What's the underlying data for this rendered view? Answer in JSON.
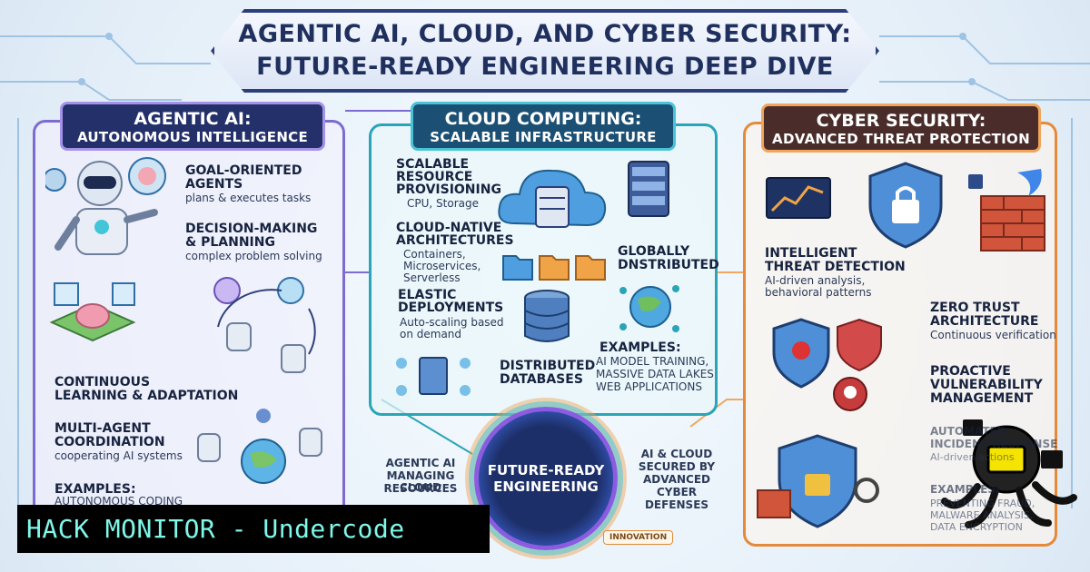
{
  "title": {
    "line1": "AGENTIC AI, CLOUD, AND CYBER SECURITY:",
    "line2": "FUTURE-READY ENGINEERING DEEP DIVE"
  },
  "agentic": {
    "heading1": "AGENTIC AI:",
    "heading2": "AUTONOMOUS INTELLIGENCE",
    "items": [
      {
        "title1": "GOAL-ORIENTED",
        "title2": "AGENTS",
        "sub": "plans & executes tasks"
      },
      {
        "title1": "DECISION-MAKING",
        "title2": "& PLANNING",
        "sub": "complex problem solving"
      },
      {
        "title1": "CONTINUOUS",
        "title2": "LEARNING & ADAPTATION",
        "sub": ""
      },
      {
        "title1": "MULTI-AGENT",
        "title2": "COORDINATION",
        "sub": "cooperating AI systems"
      },
      {
        "title1": "EXAMPLES:",
        "title2": "",
        "sub": "AUTONOMOUS CODING"
      }
    ]
  },
  "cloud": {
    "heading1": "CLOUD COMPUTING:",
    "heading2": "SCALABLE INFRASTRUCTURE",
    "items": [
      {
        "t1": "SCALABLE",
        "t2": "RESOURCE",
        "t3": "PROVISIONING",
        "sub": "CPU, Storage"
      },
      {
        "t1": "CLOUD-NATIVE",
        "t2": "ARCHITECTURES",
        "sub1": "Containers,",
        "sub2": "Microservices,",
        "sub3": "Serverless"
      },
      {
        "t1": "ELASTIC",
        "t2": "DEPLOYMENTS",
        "sub1": "Auto-scaling based",
        "sub2": "on demand"
      },
      {
        "t1": "DISTRIBUTED",
        "t2": "DATABASES"
      }
    ],
    "global1": "GLOBALLY",
    "global2": "DNSTRIBUTED",
    "examples_title": "EXAMPLES:",
    "examples": [
      "AI MODEL TRAINING,",
      "MASSIVE DATA LAKES",
      "WEB APPLICATIONS"
    ]
  },
  "security": {
    "heading1": "CYBER SECURITY:",
    "heading2": "ADVANCED THREAT PROTECTION",
    "items": [
      {
        "t1": "INTELLIGENT",
        "t2": "THREAT DETECTION",
        "sub1": "AI-driven analysis,",
        "sub2": "behavioral patterns"
      },
      {
        "t1": "ZERO TRUST",
        "t2": "ARCHITECTURE",
        "sub1": "Continuous verification"
      },
      {
        "t1": "PROACTIVE",
        "t2": "VULNERABILITY",
        "t3": "MANAGEMENT"
      },
      {
        "t1": "AUTOMATED",
        "t2": "INCIDENT RESPONSE",
        "sub1": "AI-driven actions"
      },
      {
        "t1": "EXAMPLES:",
        "sub1": "PREVENTING FRAUD,",
        "sub2": "MALWARE ANALYSIS,",
        "sub3": "DATA ENCRYPTION"
      }
    ]
  },
  "hub": {
    "line1": "FUTURE-READY",
    "line2": "ENGINEERING"
  },
  "connect_left": [
    "AGENTIC AI",
    "MANAGING CLOUD",
    "RESOURCES"
  ],
  "connect_right": [
    "AI & CLOUD",
    "SECURED BY",
    "ADVANCED",
    "CYBER",
    "DEFENSES"
  ],
  "innovation": "INNOVATION",
  "banner": "HACK MONITOR - Undercode",
  "colors": {
    "ai": "#7d6bd0",
    "cloud": "#2aa5b8",
    "security": "#e58a3a",
    "navy": "#24306a"
  }
}
